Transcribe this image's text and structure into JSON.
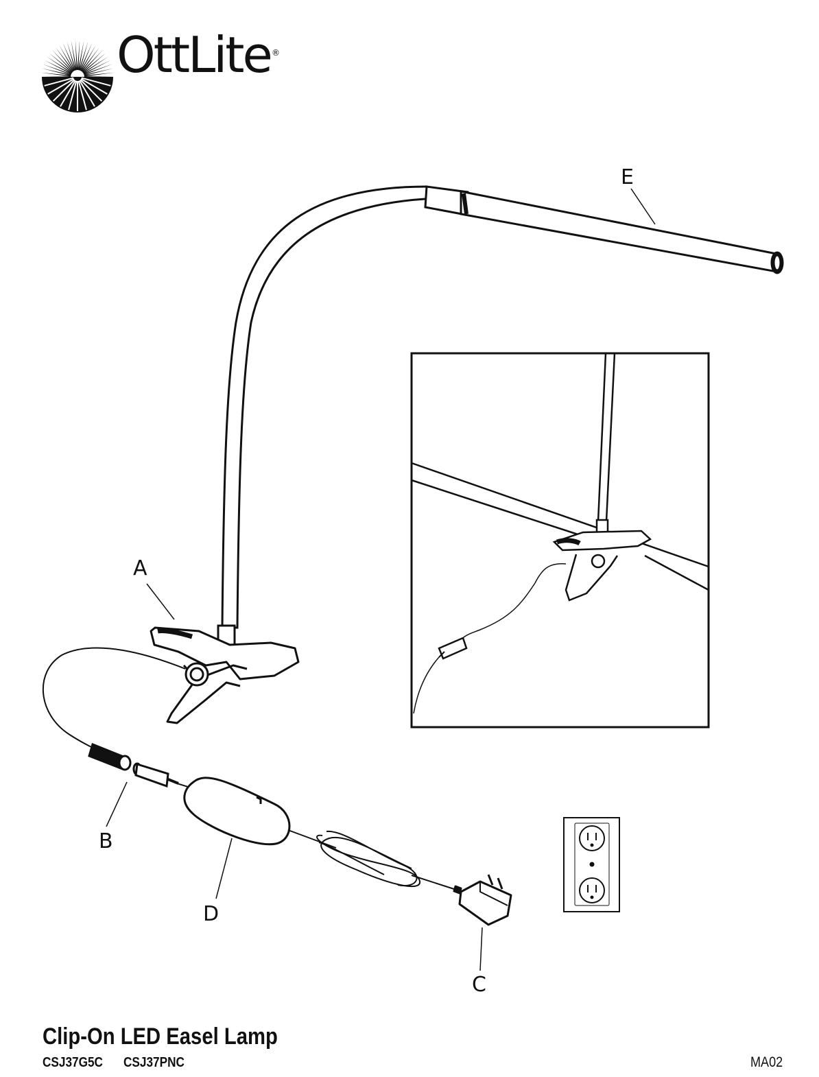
{
  "brand": {
    "name": "OttLite",
    "registered": "®"
  },
  "callouts": {
    "a": "A",
    "b": "B",
    "c": "C",
    "d": "D",
    "e": "E"
  },
  "footer": {
    "title": "Clip-On LED Easel Lamp",
    "models": [
      "CSJ37G5C",
      "CSJ37PNC"
    ],
    "doc_code": "MA02"
  },
  "colors": {
    "ink": "#111111",
    "paper": "#ffffff"
  }
}
